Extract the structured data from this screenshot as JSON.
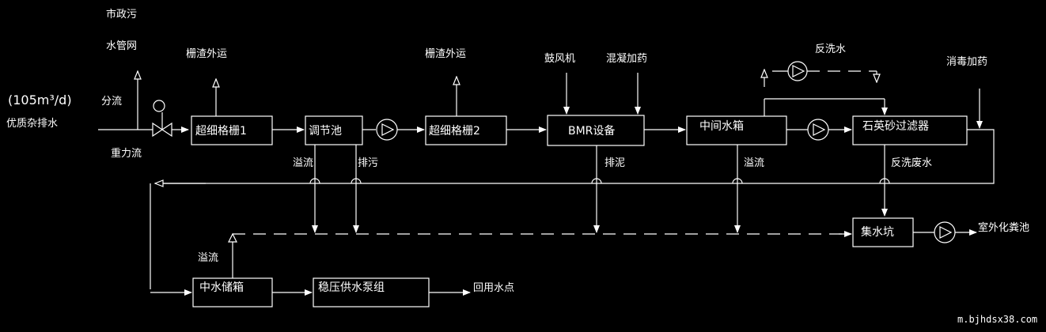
{
  "colors": {
    "background": "#000000",
    "line": "#ffffff"
  },
  "inlet": {
    "flow_rate": "(105m³/d)",
    "source": "优质杂排水",
    "municipal_line1": "市政污",
    "municipal_line2": "水管网",
    "split_flow": "分流",
    "gravity_flow": "重力流"
  },
  "units": {
    "screen1": "超细格栅1",
    "equalization_tank": "调节池",
    "screen2": "超细格栅2",
    "bmr": "BMR设备",
    "intermediate_tank": "中间水箱",
    "sand_filter": "石英砂过滤器",
    "sump": "集水坑",
    "reclaimed_tank": "中水储箱",
    "booster_pumps": "稳压供水泵组"
  },
  "labels": {
    "screenings_out_1": "栅渣外运",
    "screenings_out_2": "栅渣外运",
    "blower": "鼓风机",
    "coagulant": "混凝加药",
    "backwash_water": "反洗水",
    "disinfectant": "消毒加药",
    "overflow_eq": "溢流",
    "drain_eq": "排污",
    "sludge_bmr": "排泥",
    "overflow_mid": "溢流",
    "backwash_waste": "反洗废水",
    "overflow_storage": "溢流",
    "to_septic": "室外化粪池",
    "reuse_points": "回用水点"
  },
  "watermark": "m.bjhdsx38.com"
}
